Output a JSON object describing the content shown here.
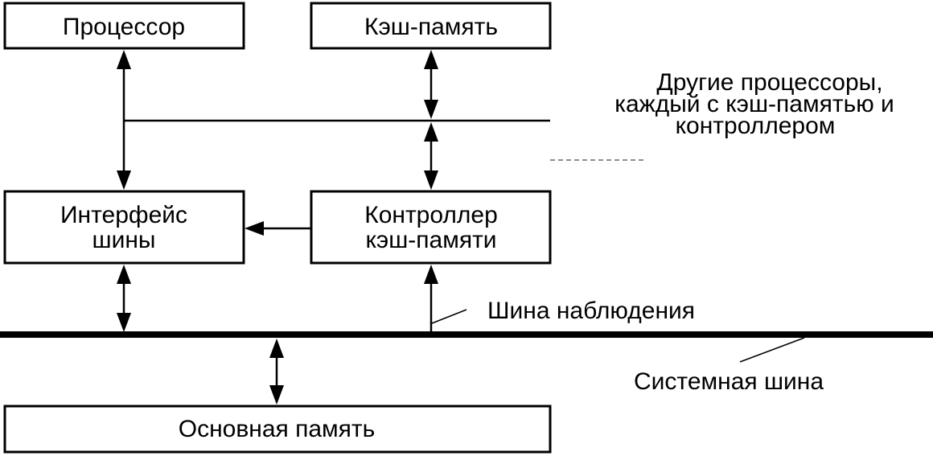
{
  "blocks": {
    "processor": "Процессор",
    "cache": "Кэш-память",
    "bus_interface": [
      "Интерфейс",
      "шины"
    ],
    "cache_controller": [
      "Контроллер",
      "кэш-памяти"
    ],
    "main_memory": "Основная память"
  },
  "labels": {
    "other_processors": [
      "Другие процессоры,",
      "каждый с кэш-памятью и",
      "контроллером"
    ],
    "snoop_bus": "Шина наблюдения",
    "system_bus": "Системная шина"
  }
}
